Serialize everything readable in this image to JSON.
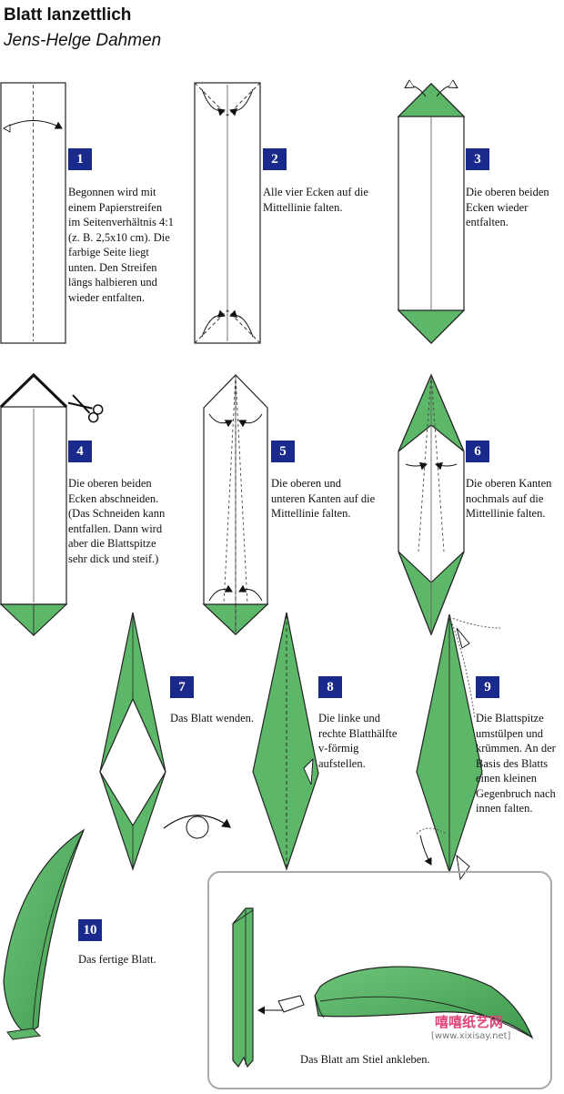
{
  "header": {
    "title": "Blatt lanzettlich",
    "author": "Jens-Helge Dahmen"
  },
  "steps": [
    {
      "num": "1",
      "text": "Begonnen wird mit\neinem Papierstreifen\nim Seitenverhältnis 4:1\n(z. B. 2,5x10 cm). Die\nfarbige Seite liegt\nunten. Den Streifen\nlängs halbieren und\nwieder entfalten."
    },
    {
      "num": "2",
      "text": "Alle vier Ecken auf die\nMittellinie falten."
    },
    {
      "num": "3",
      "text": "Die oberen beiden\nEcken wieder\nentfalten."
    },
    {
      "num": "4",
      "text": "Die oberen beiden\nEcken abschneiden.\n(Das Schneiden kann\nentfallen. Dann wird\naber die Blattspitze\nsehr dick und steif.)"
    },
    {
      "num": "5",
      "text": "Die oberen und\nunteren Kanten auf die\nMittellinie falten."
    },
    {
      "num": "6",
      "text": "Die oberen Kanten\nnochmals auf die\nMittellinie falten."
    },
    {
      "num": "7",
      "text": "Das Blatt wenden."
    },
    {
      "num": "8",
      "text": "Die linke und\nrechte Blatthälfte\nv-förmig\naufstellen."
    },
    {
      "num": "9",
      "text": "Die Blattspitze\numstülpen und\nkrümmen. An der\nBasis des Blatts\neinen kleinen\nGegenbruch nach\ninnen falten."
    },
    {
      "num": "10",
      "text": "Das fertige Blatt."
    }
  ],
  "final_box": {
    "caption": "Das Blatt am Stiel ankleben."
  },
  "watermark": {
    "logo": "嘻嘻纸艺网",
    "url": "[www.xixisay.net]"
  },
  "colors": {
    "leaf_green": "#5cb868",
    "number_box": "#1a2a8c",
    "frame_border": "#a9a9a9"
  }
}
